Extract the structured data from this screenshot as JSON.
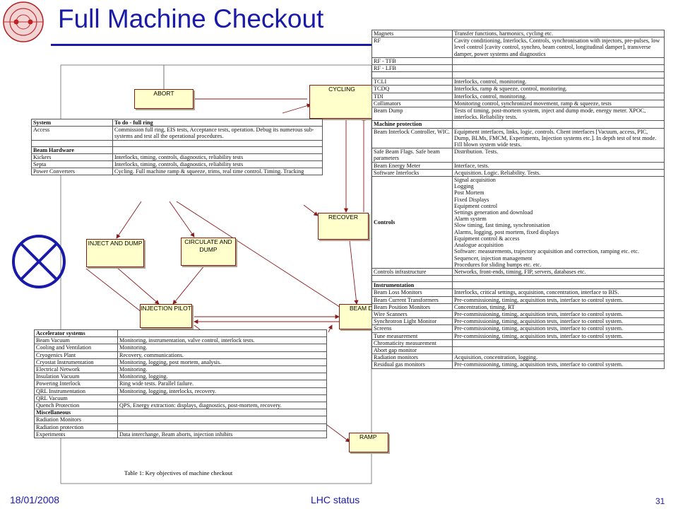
{
  "slide": {
    "title": "Full Machine Checkout",
    "footer": {
      "date": "18/01/2008",
      "center": "LHC status",
      "page": "31"
    },
    "colors": {
      "title": "#1a1aa8",
      "state_fill": "#ffffcc",
      "state_border": "#8b1a1a"
    },
    "icons": [
      "lhc-logo-icon",
      "circled-times-icon"
    ]
  },
  "states": {
    "abort": "ABORT",
    "cycling": "CYCLING",
    "recover": "RECOVER",
    "inject_and_dump": "INJECT AND DUMP",
    "circulate_and_dump": "CIRCULATE AND DUMP",
    "injection_pilot": "INJECTION PILOT",
    "beam_dump": "BEAM DUMP",
    "ramp": "RAMP"
  },
  "table_left_top": {
    "headers": [
      "System",
      "To do - full ring"
    ],
    "rows": [
      {
        "system": "Access",
        "todo": "Commission full ring, EIS tests, Acceptance tests, operation. Debug its numerous sub-systems and test all the operational procedures."
      },
      {
        "system": "",
        "todo": ""
      },
      {
        "system": "Beam Hardware",
        "todo": "",
        "section": true
      },
      {
        "system": "Kickers",
        "todo": "Interlocks, timing, controls, diagnostics, reliability tests"
      },
      {
        "system": "Septa",
        "todo": "Interlocks, timing, controls, diagnostics, reliability tests"
      },
      {
        "system": "Power Converters",
        "todo": "Cycling. Full machine ramp & squeeze, trims, real time control. Timing. Tracking"
      }
    ]
  },
  "table_left_bottom": {
    "rows": [
      {
        "system": "Accelerator systems",
        "todo": "",
        "section": true
      },
      {
        "system": "Beam Vacuum",
        "todo": "Monitoring, instrumentation, valve control, interlock tests."
      },
      {
        "system": "Cooling and Ventilation",
        "todo": "Monitoring."
      },
      {
        "system": "Cryogenics Plant",
        "todo": "Recovery, communications."
      },
      {
        "system": "Cryostat Instrumentation",
        "todo": "Monitoring, logging, post mortem, analysis."
      },
      {
        "system": "Electrical Network",
        "todo": "Monitoring."
      },
      {
        "system": "Insulation Vacuum",
        "todo": "Monitoring, logging."
      },
      {
        "system": "Powering Interlock",
        "todo": "Ring wide tests. Parallel failure."
      },
      {
        "system": "QRL Instrumentation",
        "todo": "Monitoring, logging, interlocks, recovery."
      },
      {
        "system": "QRL Vacuum",
        "todo": ""
      },
      {
        "system": "Quench Protection",
        "todo": "QPS, Energy extraction: displays, diagnostics, post-mortem, recovery."
      },
      {
        "system": "Miscellaneous",
        "todo": "",
        "section": true
      },
      {
        "system": "Radiation Monitors",
        "todo": ""
      },
      {
        "system": "Radiation protection",
        "todo": ""
      },
      {
        "system": "Experiments",
        "todo": "Data interchange, Beam aborts, injection inhibits"
      }
    ],
    "caption": "Table 1:  Key objectives of machine checkout"
  },
  "table_right": {
    "rows": [
      {
        "system": "Magnets",
        "todo": "Transfer functions, harmonics, cycling etc."
      },
      {
        "system": "RF",
        "todo": "Cavity conditioning, Interlocks, Controls, synchronisation with injectors, pre-pulses, low level control [cavity control, synchro, beam control, longitudinal damper], transverse damper, power systems and diagnostics"
      },
      {
        "system": "RF - TFB",
        "todo": ""
      },
      {
        "system": "RF - LFB",
        "todo": ""
      },
      {
        "system": "",
        "todo": ""
      },
      {
        "system": "TCLI",
        "todo": "Interlocks, control, monitoring."
      },
      {
        "system": "TCDQ",
        "todo": "Interlocks, ramp & squeeze, control, monitoring."
      },
      {
        "system": "TDI",
        "todo": "Interlocks, control, monitoring."
      },
      {
        "system": "Collimators",
        "todo": "Monitoring control, synchronized movement, ramp & squeeze, tests"
      },
      {
        "system": "Beam Dump",
        "todo": "Tests of timing, post-mortem system, inject and dump mode, energy meter. XPOC, interlocks. Reliability tests."
      },
      {
        "system": "Machine protection",
        "todo": "",
        "section": true
      },
      {
        "system": "Beam Interlock Controller, WIC.",
        "todo": "Equipment interfaces, links, logic, controls. Client interfaces [Vacuum, access, PIC, Dump, BLMs, FMCM, Experiments, Injection systems etc.]. In depth test of test mode. Fill blown system wide tests."
      },
      {
        "system": "Safe Beam Flags. Safe beam parameters",
        "todo": "Distribution. Tests."
      },
      {
        "system": "Beam Energy Meter",
        "todo": "Interface, tests."
      },
      {
        "system": "Software Interlocks",
        "todo": "Acquisition. Logic. Reliability. Tests."
      },
      {
        "system": "Controls",
        "todo": "Signal acquisition\nLogging\nPost Mortem\nFixed Displays\nEquipment control\nSettings generation and download\nAlarm system\nSlow timing, fast timing, synchronisation\nAlarms, logging, post mortem, fixed displays\nEquipment control & access\nAnalogue acquisition\nSoftware: measurements, trajectory acquisition and correction, ramping etc. etc.\nSequencer, injection management\nProcedures for sliding bumps etc. etc.",
        "bold": true
      },
      {
        "system": "Controls infrastructure",
        "todo": "Networks, front-ends, timing, FIP, servers, databases etc."
      },
      {
        "system": "",
        "todo": ""
      },
      {
        "system": "Instrumentation",
        "todo": "",
        "section": true
      },
      {
        "system": "Beam Loss Monitors",
        "todo": "Interlocks, critical settings, acquisition, concentration, interface to BIS."
      },
      {
        "system": "Beam Current Transformers",
        "todo": "Pre-commissioning, timing, acquisition tests, interface to control system."
      },
      {
        "system": "Beam Position Monitors",
        "todo": "Concentration, timing, RT"
      },
      {
        "system": "Wire Scanners",
        "todo": "Pre-commissioning, timing, acquisition tests, interface to control system."
      },
      {
        "system": "Synchrotron Light Monitor",
        "todo": "Pre-commissioning, timing, acquisition tests, interface to control system."
      },
      {
        "system": "Screens",
        "todo": "Pre-commissioning, timing, acquisition tests, interface to control system."
      },
      {
        "system": "Tune measurement",
        "todo": "Pre-commissioning, timing, acquisition tests, interface to control system."
      },
      {
        "system": "Chromaticity measurement",
        "todo": ""
      },
      {
        "system": "Abort gap monitor",
        "todo": ""
      },
      {
        "system": "Radiation monitors",
        "todo": "Acquisition, concentration, logging."
      },
      {
        "system": "Residual gas monitors",
        "todo": "Pre-commissioning, timing, acquisition tests, interface to control system."
      }
    ]
  }
}
